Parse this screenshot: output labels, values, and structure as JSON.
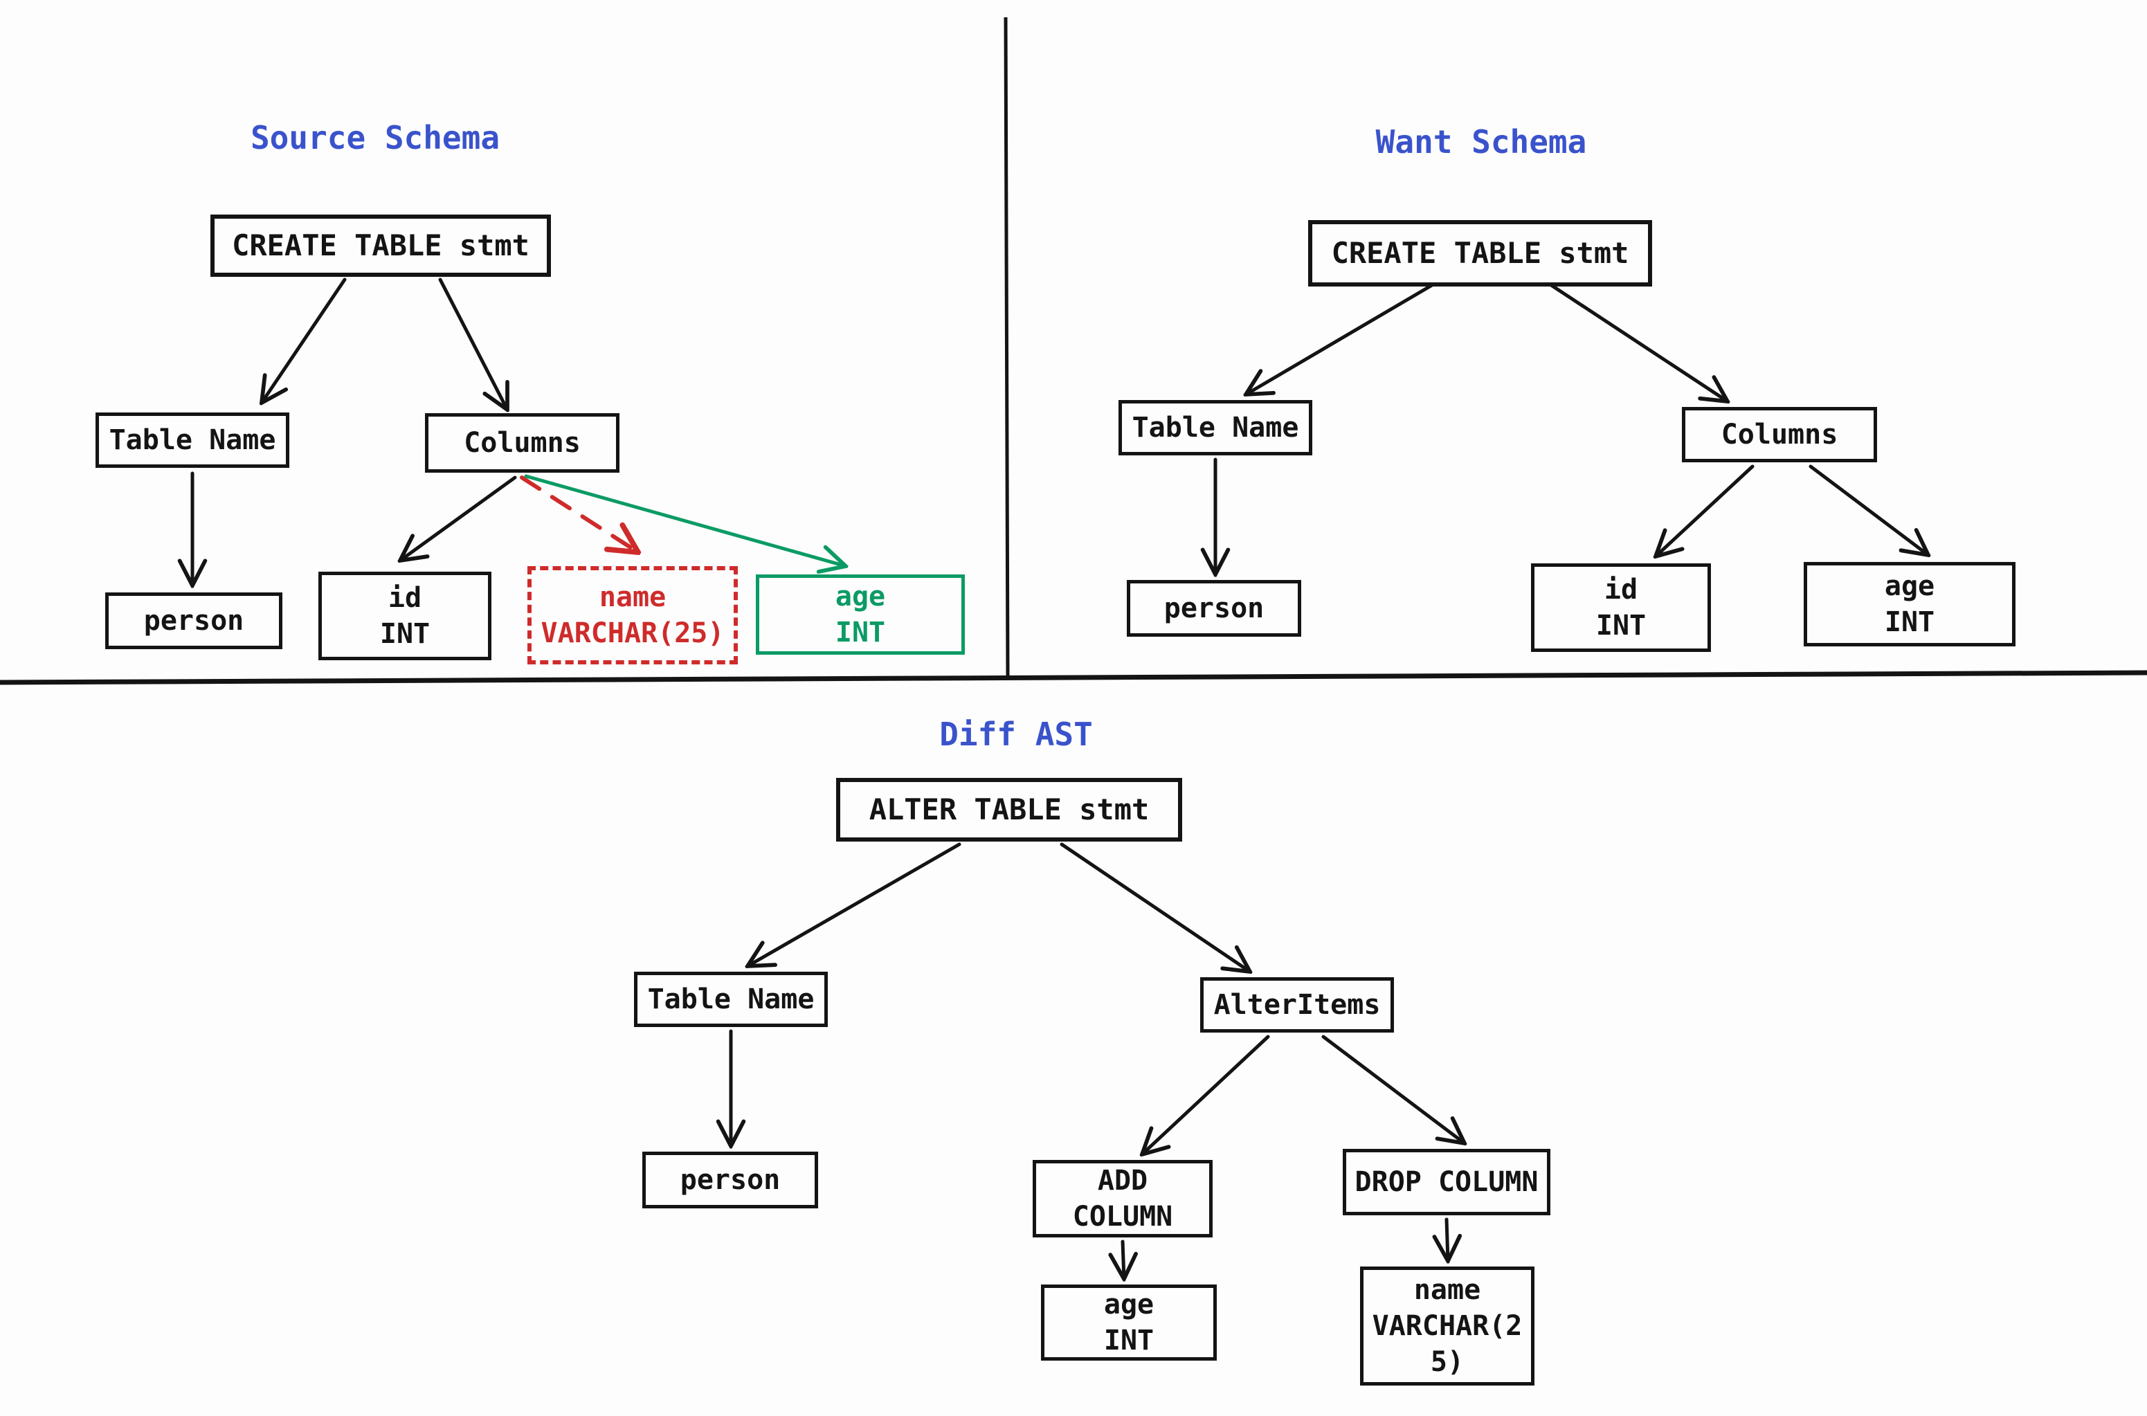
{
  "colors": {
    "background": "#fdfdfd",
    "ink": "#141414",
    "title_blue": "#3a53cc",
    "removed_red": "#cf2b2b",
    "added_green": "#0b9b64"
  },
  "panels": {
    "source": {
      "title": "Source Schema",
      "nodes": {
        "create_stmt": "CREATE TABLE stmt",
        "table_name": "Table Name",
        "columns": "Columns",
        "person": "person",
        "id_col": "id\nINT",
        "name_col": "name\nVARCHAR(25)",
        "age_col": "age\nINT"
      }
    },
    "want": {
      "title": "Want Schema",
      "nodes": {
        "create_stmt": "CREATE TABLE stmt",
        "table_name": "Table Name",
        "columns": "Columns",
        "person": "person",
        "id_col": "id\nINT",
        "age_col": "age\nINT"
      }
    },
    "diff": {
      "title": "Diff AST",
      "nodes": {
        "alter_stmt": "ALTER TABLE stmt",
        "table_name": "Table Name",
        "alter_items": "AlterItems",
        "person": "person",
        "add_column": "ADD\nCOLUMN",
        "drop_column": "DROP COLUMN",
        "age_col": "age\nINT",
        "name_col": "name\nVARCHAR(2\n5)"
      }
    }
  }
}
